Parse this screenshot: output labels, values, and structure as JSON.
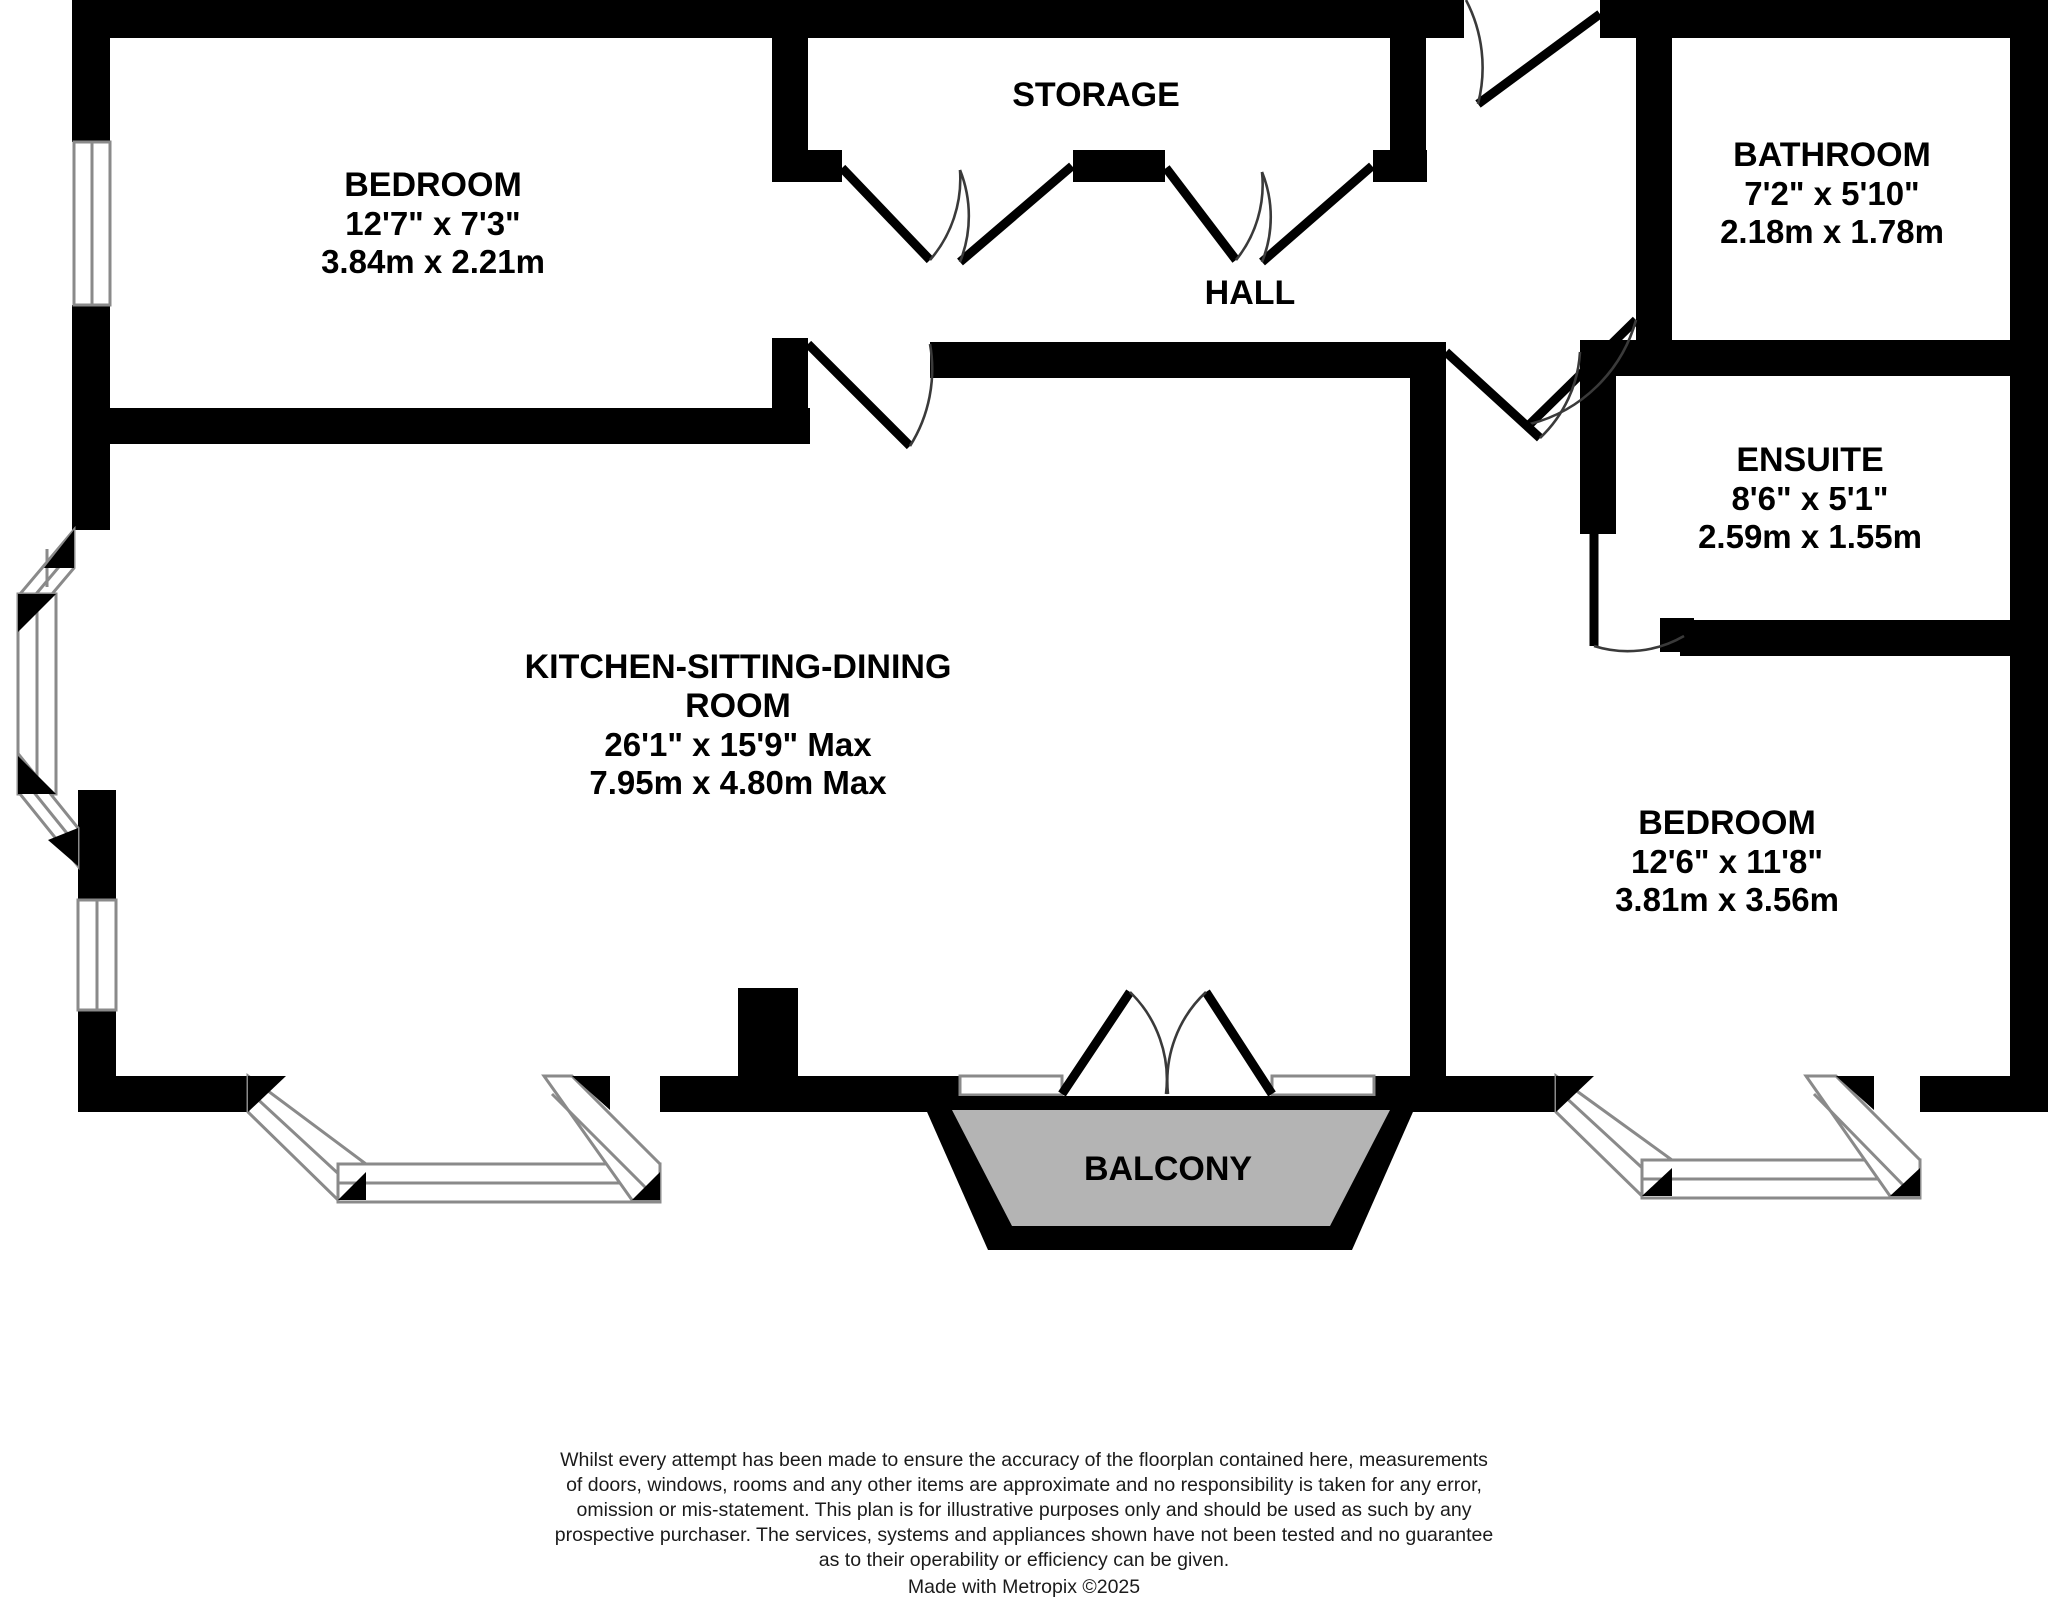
{
  "plan": {
    "rooms": [
      {
        "id": "bedroom-1",
        "name": "BEDROOM",
        "dim_imperial": "12'7\"  x 7'3\"",
        "dim_metric": "3.84m  x 2.21m"
      },
      {
        "id": "storage",
        "name": "STORAGE",
        "dim_imperial": "",
        "dim_metric": ""
      },
      {
        "id": "bathroom",
        "name": "BATHROOM",
        "dim_imperial": "7'2\"  x 5'10\"",
        "dim_metric": "2.18m  x 1.78m"
      },
      {
        "id": "hall",
        "name": "HALL",
        "dim_imperial": "",
        "dim_metric": ""
      },
      {
        "id": "ensuite",
        "name": "ENSUITE",
        "dim_imperial": "8'6\"  x 5'1\"",
        "dim_metric": "2.59m  x 1.55m"
      },
      {
        "id": "kitchen-sitting-dining",
        "name_line1": "KITCHEN-SITTING-DINING",
        "name_line2": "ROOM",
        "dim_imperial": "26'1\"  x 15'9\" Max",
        "dim_metric": "7.95m  x 4.80m Max"
      },
      {
        "id": "bedroom-2",
        "name": "BEDROOM",
        "dim_imperial": "12'6\"  x 11'8\"",
        "dim_metric": "3.81m  x 3.56m"
      },
      {
        "id": "balcony",
        "name": "BALCONY",
        "dim_imperial": "",
        "dim_metric": ""
      }
    ],
    "colors": {
      "wall": "#000000",
      "balcony_fill": "#b4b4b4",
      "window_stroke": "#8a8a8a",
      "background": "#ffffff"
    }
  },
  "footer": {
    "line1": "Whilst every attempt has been made to ensure the accuracy of the floorplan contained here, measurements",
    "line2": "of doors, windows, rooms and any other items are approximate and no responsibility is taken for any error,",
    "line3": "omission or mis-statement. This plan is for illustrative purposes only and should be used as such by any",
    "line4": "prospective purchaser. The services, systems and appliances shown have not been tested and no guarantee",
    "line5": "as to their operability or efficiency can be given.",
    "credit": "Made with Metropix ©2025"
  }
}
